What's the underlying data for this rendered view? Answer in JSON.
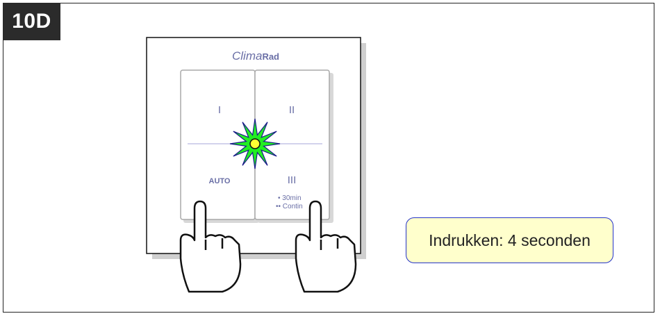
{
  "step_label": "10D",
  "brand": {
    "part1": "Clima",
    "part2": "Rad"
  },
  "buttons": {
    "top_left": "I",
    "top_right": "II",
    "bottom_left": "AUTO",
    "bottom_right": "III",
    "bottom_right_note1": "• 30min",
    "bottom_right_note2": "•• Contin"
  },
  "instruction": "Indrukken: 4 seconden",
  "icons": {
    "led": "green-led-flash-icon",
    "fingers": "pointing-hand-icon"
  },
  "colors": {
    "led": "#22ee22",
    "info_bg": "#ffffcc",
    "info_border": "#2433c9",
    "label": "#6a6fa6"
  }
}
